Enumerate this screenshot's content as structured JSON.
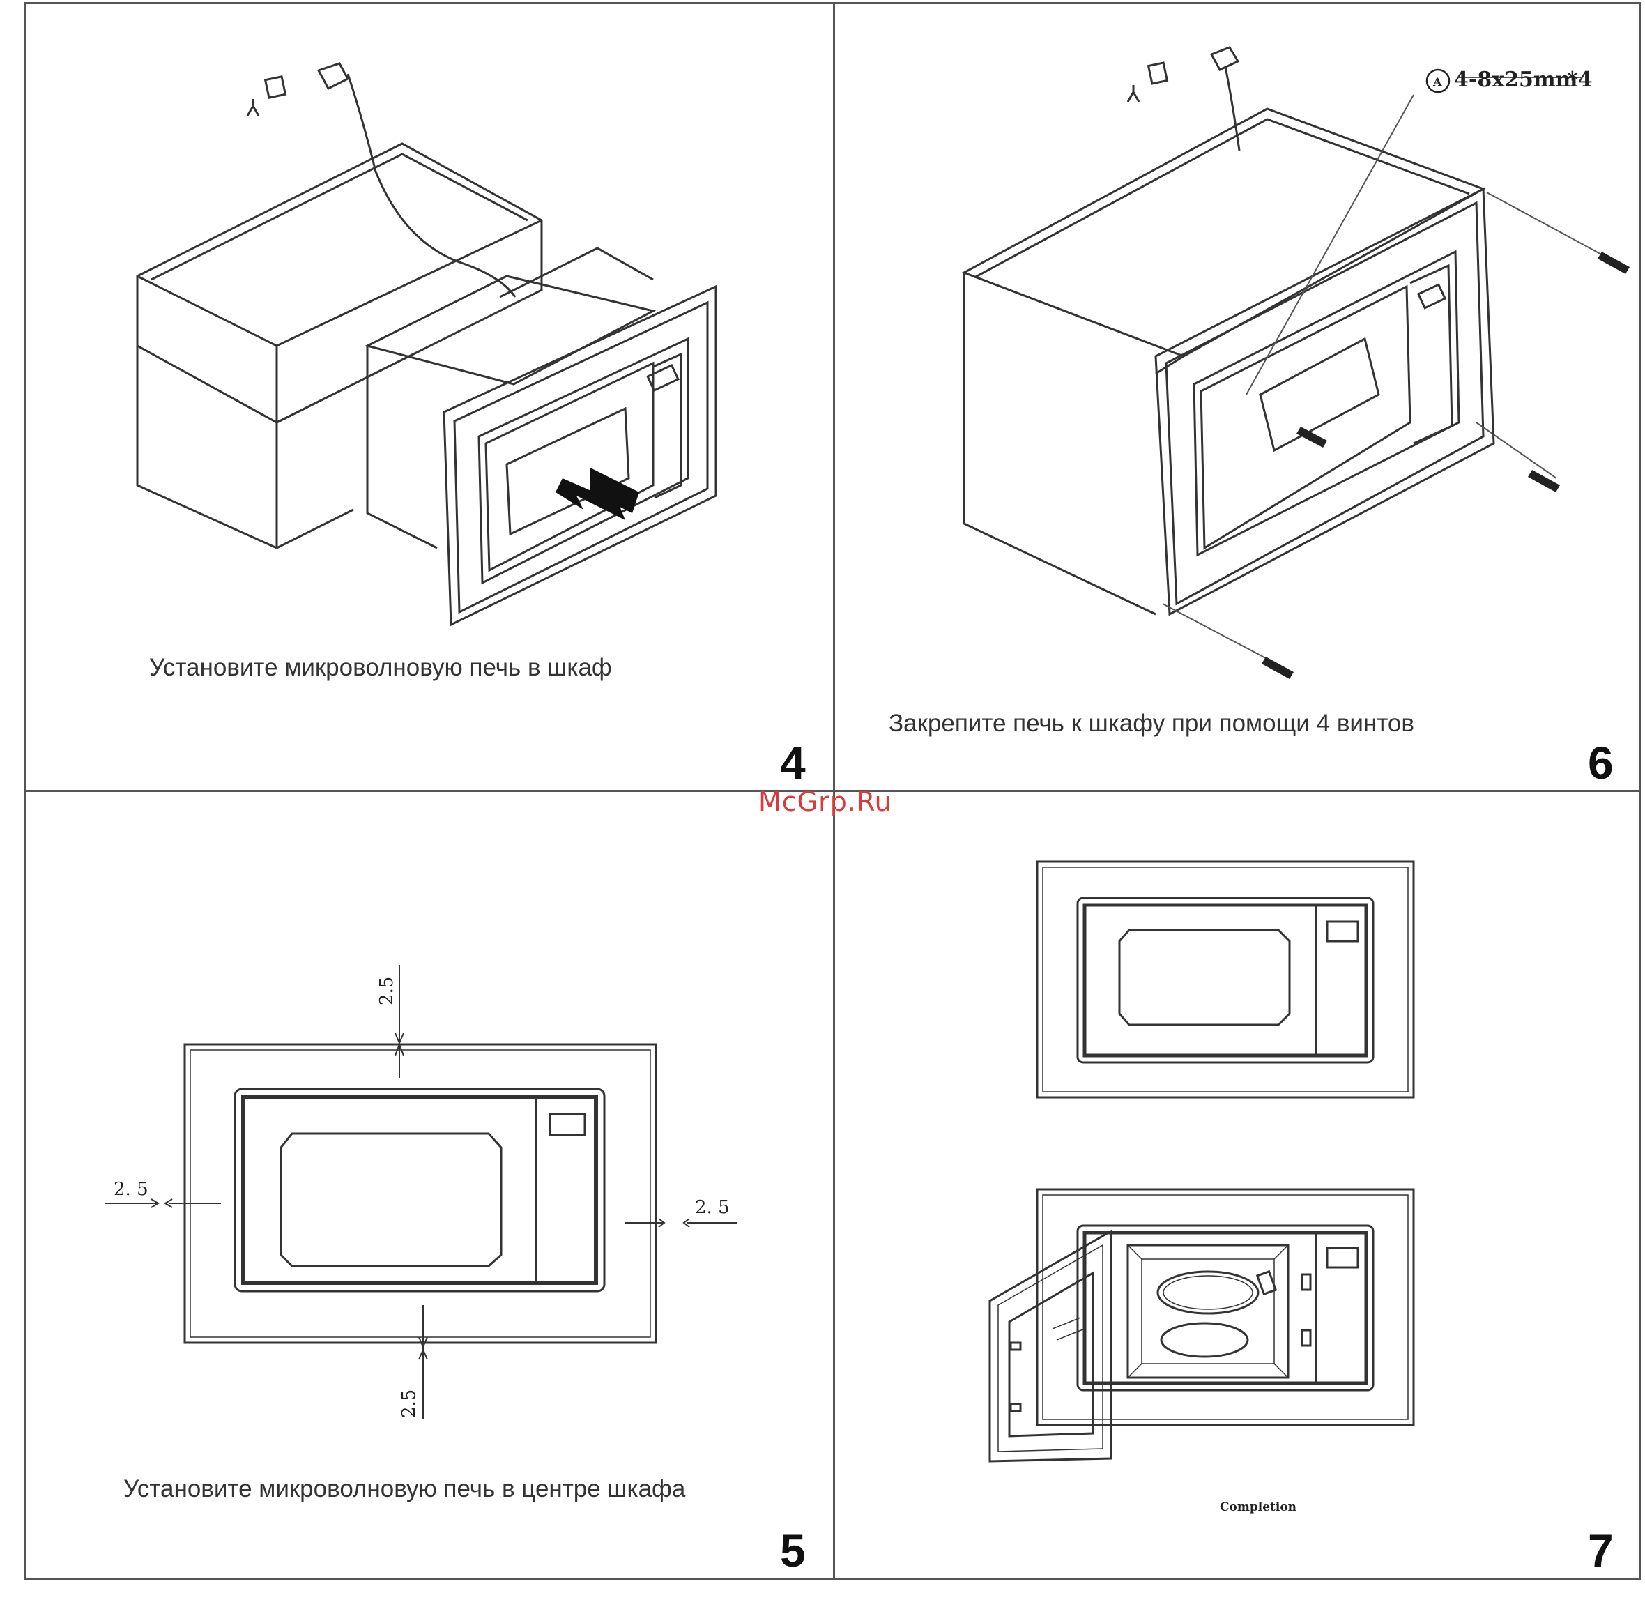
{
  "watermark": "McGrp.Ru",
  "panels": {
    "p4": {
      "number": "4",
      "caption": "Установите микроволновую печь в шкаф"
    },
    "p6": {
      "number": "6",
      "caption": "Закрепите  печь к шкафу при помощи 4 винтов",
      "spec_label": "A",
      "spec_text": "4-8x25mm",
      "spec_qty": "*4"
    },
    "p5": {
      "number": "5",
      "caption": "Установите микроволновую печь в центре шкафа",
      "dim_top": "2.5",
      "dim_left": "2. 5",
      "dim_right": "2. 5",
      "dim_bottom": "2.5"
    },
    "p7": {
      "number": "7",
      "caption": "Completion"
    }
  }
}
